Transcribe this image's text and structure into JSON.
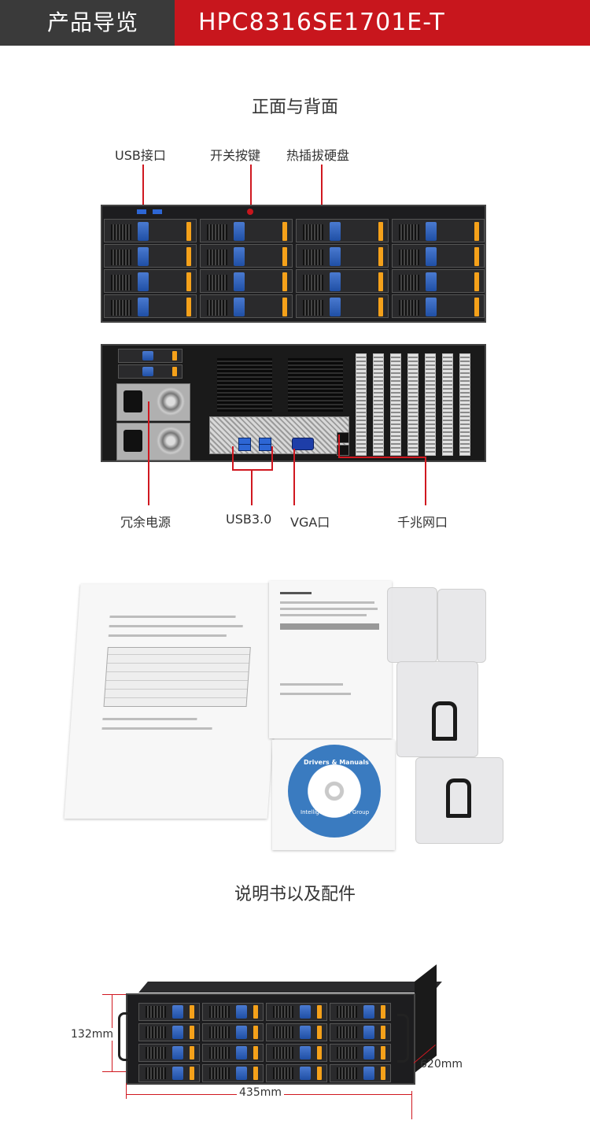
{
  "header": {
    "section_title": "产品导览",
    "model": "HPC8316SE1701E-T",
    "colors": {
      "dark": "#3a3a3a",
      "brand_red": "#c8161d"
    }
  },
  "front_back": {
    "title": "正面与背面",
    "front_labels": {
      "usb": "USB接口",
      "power_switch": "开关按键",
      "hot_swap": "热插拔硬盘"
    },
    "rear_labels": {
      "redundant_psu": "冗余电源",
      "usb3": "USB3.0",
      "vga": "VGA口",
      "gigabit_lan": "千兆网口"
    }
  },
  "accessories": {
    "title": "说明书以及配件",
    "cd_text": "Drivers & Manuals",
    "cd_subtitle": "Intelligent System Group"
  },
  "dimensions": {
    "height": "132mm",
    "depth": "620mm",
    "width": "435mm"
  }
}
